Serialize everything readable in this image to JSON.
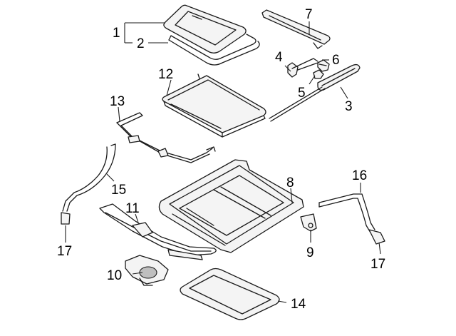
{
  "callouts": {
    "c1": "1",
    "c2": "2",
    "c3": "3",
    "c4": "4",
    "c5": "5",
    "c6": "6",
    "c7": "7",
    "c8": "8",
    "c9": "9",
    "c10": "10",
    "c11": "11",
    "c12": "12",
    "c13": "13",
    "c14": "14",
    "c15": "15",
    "c16": "16",
    "c17a": "17",
    "c17b": "17"
  }
}
